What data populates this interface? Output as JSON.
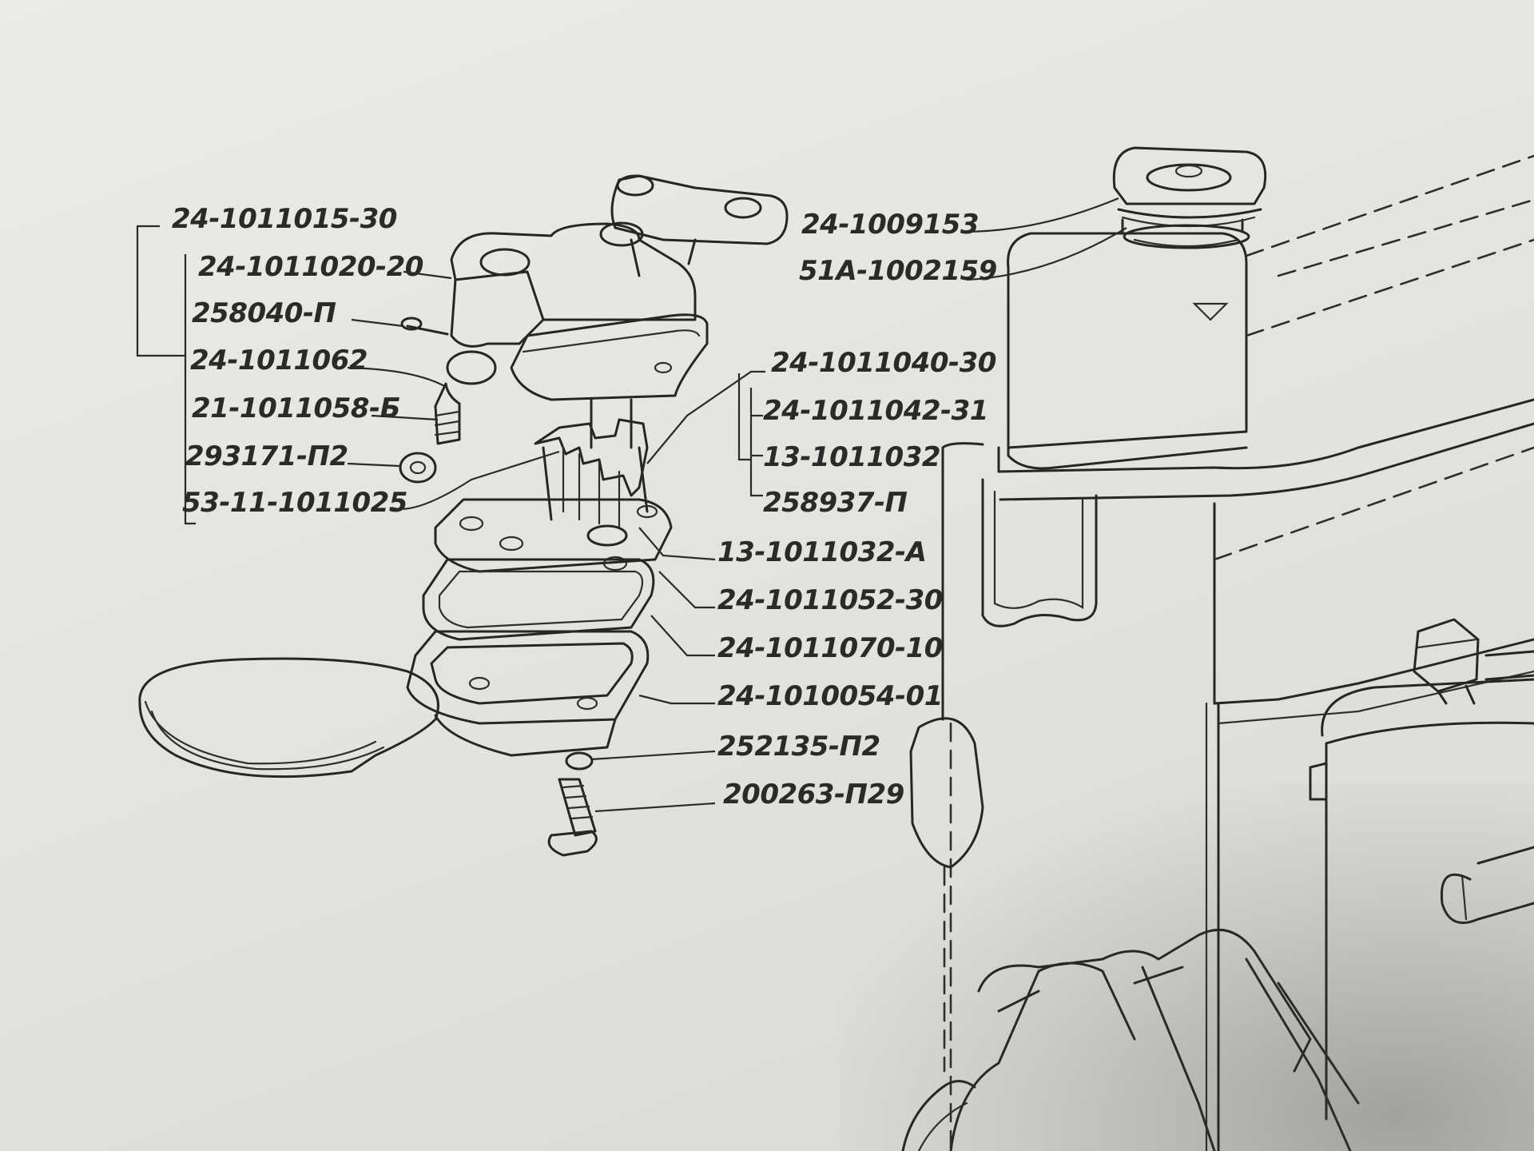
{
  "labels": {
    "oil_pump_assembly": "24-1011015-30",
    "pump_body": "24-1011020-20",
    "body_screw": "258040-П",
    "valve_ball": "24-1011062",
    "valve_spring": "21-1011058-Б",
    "valve_washer": "293171-П2",
    "intake_tube": "53-11-1011025",
    "shaft_assembly": "24-1011040-30",
    "shaft": "24-1011042-31",
    "drive_gear": "13-1011032",
    "gear_pin": "258937-П",
    "driven_gear": "13-1011032-А",
    "pump_cover": "24-1011052-30",
    "cover_gasket": "24-1011070-10",
    "oil_sump_gasket": "24-1010054-01",
    "bolt_washer": "252135-П2",
    "cover_bolt": "200263-П29",
    "filler_cap": "24-1009153",
    "cap_gasket": "51А-1002159"
  }
}
